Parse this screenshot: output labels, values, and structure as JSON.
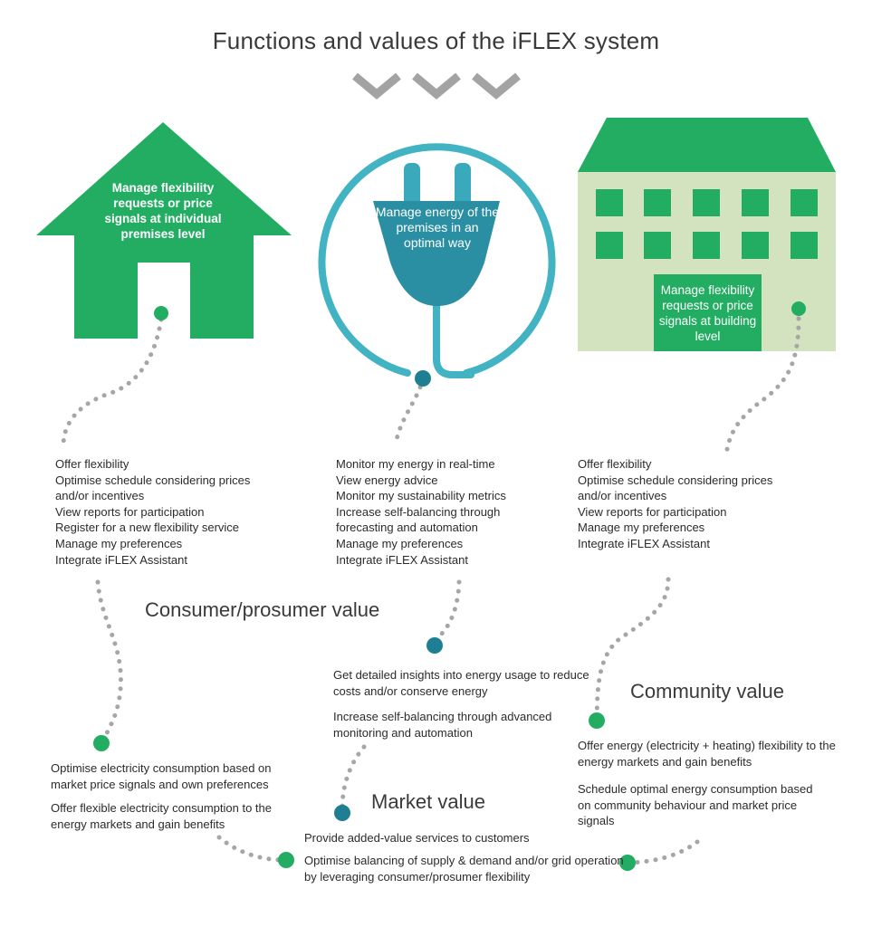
{
  "title": "Functions and values of the iFLEX system",
  "colors": {
    "green": "#23ad62",
    "building_wall": "#d4e3bf",
    "plug_teal": "#2b8fa3",
    "ring_teal": "#41b3c2",
    "chevron_gray": "#a3a3a3",
    "dots_gray": "#a6a6a6"
  },
  "icons": {
    "left": "house-icon",
    "center": "plug-icon",
    "right": "building-icon"
  },
  "shapes": {
    "house_label": "Manage flexibility requests or price signals at individual premises level",
    "plug_label": "Manage energy of the premises in an optimal way",
    "building_label": "Manage flexibility requests or price signals at building level"
  },
  "functions": {
    "left": [
      "Offer flexibility",
      "Optimise schedule considering prices",
      "and/or incentives",
      "View reports for participation",
      "Register for a new flexibility service",
      "Manage my preferences",
      "Integrate iFLEX Assistant"
    ],
    "center": [
      "Monitor my energy in real-time",
      "View energy advice",
      "Monitor my sustainability metrics",
      "Increase self-balancing through",
      "forecasting and automation",
      "Manage my preferences",
      "Integrate iFLEX Assistant"
    ],
    "right": [
      "Offer flexibility",
      "Optimise schedule considering prices",
      "and/or incentives",
      "View reports for participation",
      "Manage my preferences",
      "Integrate iFLEX Assistant"
    ]
  },
  "consumer_value": {
    "title": "Consumer/prosumer value",
    "items": [
      "Get detailed insights into energy usage to reduce costs and/or conserve energy",
      "Increase self-balancing through advanced monitoring and automation"
    ]
  },
  "community_value": {
    "title": "Community value",
    "items": [
      "Offer energy (electricity + heating) flexibility to the energy markets and gain benefits",
      "Schedule optimal energy consumption based on community behaviour and market price signals"
    ]
  },
  "left_value": {
    "items": [
      "Optimise electricity consumption based on market price signals and own preferences",
      "Offer flexible electricity consumption to the energy markets and gain benefits"
    ]
  },
  "market_value": {
    "title": "Market value",
    "items": [
      "Provide added-value services to customers",
      "Optimise balancing of supply & demand and/or grid operation by leveraging consumer/prosumer flexibility"
    ]
  }
}
